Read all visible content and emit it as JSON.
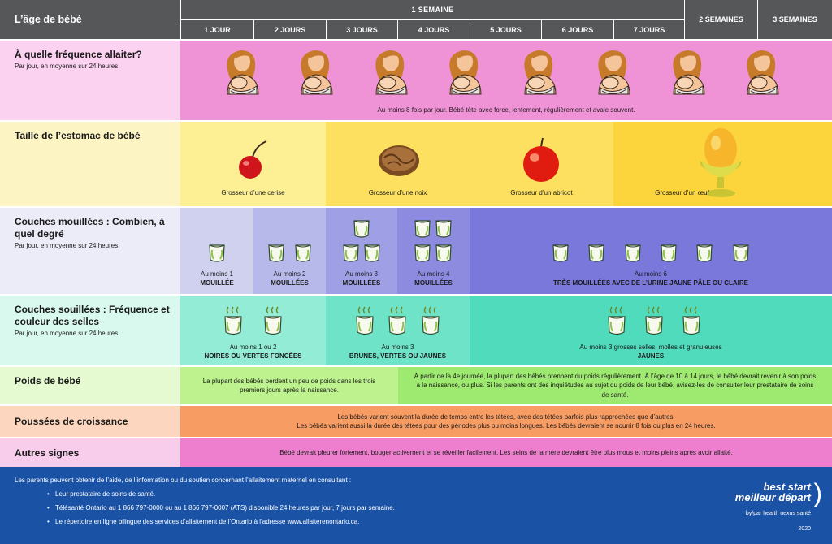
{
  "header": {
    "title": "L’âge de bébé",
    "week_label": "1 SEMAINE",
    "days": [
      "1 JOUR",
      "2 JOURS",
      "3 JOURS",
      "4 JOURS",
      "5 JOURS",
      "6 JOURS",
      "7 JOURS"
    ],
    "week2": "2 SEMAINES",
    "week3": "3 SEMAINES"
  },
  "rows": {
    "feeding": {
      "title": "À quelle fréquence allaiter?",
      "sub": "Par jour, en moyenne sur 24 heures",
      "caption": "Au moins 8 fois par jour. Bébé tète avec force, lentement, régulièrement et avale souvent.",
      "icon": "breastfeeding-mother-icon"
    },
    "stomach": {
      "title": "Taille de l’estomac de bébé",
      "items": [
        "Grosseur d’une cerise",
        "Grosseur d’une noix",
        "Grosseur d’un abricot",
        "Grosseur d’un œuf"
      ]
    },
    "wet": {
      "title": "Couches mouillées : Combien, à quel degré",
      "sub": "Par jour, en moyenne sur 24 heures",
      "items": [
        {
          "line1": "Au moins 1",
          "line2": "MOUILLÉE"
        },
        {
          "line1": "Au moins 2",
          "line2": "MOUILLÉES"
        },
        {
          "line1": "Au moins 3",
          "line2": "MOUILLÉES"
        },
        {
          "line1": "Au moins 4",
          "line2": "MOUILLÉES"
        },
        {
          "line1": "Au moins 6",
          "line2": "TRÈS MOUILLÉES AVEC DE L’URINE JAUNE PÂLE OU CLAIRE"
        }
      ]
    },
    "soiled": {
      "title": "Couches souillées : Fréquence et couleur des selles",
      "sub": "Par jour, en moyenne sur 24 heures",
      "items": [
        {
          "line1": "Au moins 1 ou 2",
          "line2": "NOIRES OU VERTES FONCÉES"
        },
        {
          "line1": "Au moins 3",
          "line2": "BRUNES, VERTES OU JAUNES"
        },
        {
          "line1": "Au moins 3 grosses selles, molles et granuleuses",
          "line2": "JAUNES"
        }
      ]
    },
    "weight": {
      "title": "Poids de bébé",
      "left": "La plupart des bébés perdent un peu de poids dans les trois premiers jours après la naissance.",
      "right": "À partir de la 4e journée, la plupart des bébés prennent du poids régulièrement. À l’âge de 10 à 14 jours, le bébé devrait revenir à son poids à la naissance, ou plus. Si les parents ont des inquiétudes au sujet du poids de leur bébé, avisez-les de consulter leur prestataire de soins de santé."
    },
    "growth": {
      "title": "Poussées de croissance",
      "line1": "Les bébés varient souvent la durée de temps entre les tétées, avec des tétées parfois plus rapprochées que d’autres.",
      "line2": "Les bébés varient aussi la durée des tétées pour des périodes plus ou moins longues. Les bébés devraient se nourrir 8 fois ou plus en 24 heures."
    },
    "other": {
      "title": "Autres signes",
      "text": "Bébé devrait pleurer fortement, bouger activement et se réveiller facilement. Les seins de la mère devraient être plus mous et moins pleins après avoir allaité."
    }
  },
  "footer": {
    "intro": "Les parents peuvent obtenir de l’aide, de l’information ou du soutien concernant l’allaitement maternel en consultant :",
    "items": [
      "Leur prestataire de soins de santé.",
      "Télésanté Ontario au 1 866 797-0000 ou au 1 866 797-0007 (ATS) disponible 24 heures par jour, 7 jours par semaine.",
      "Le répertoire en ligne bilingue des services d’allaitement de l’Ontario à l’adresse www.allaiterenontario.ca."
    ],
    "brand1": "best start",
    "brand2": "meilleur départ",
    "by": "by/par health nexus santé",
    "year": "2020"
  },
  "colors": {
    "header": "#555759",
    "feeding": "#ef93d6",
    "stomach_light": "#fcef94",
    "stomach_mid": "#fde05f",
    "stomach_dark": "#fcd43b",
    "wet1": "#cfd1ee",
    "wet2": "#b6b9ea",
    "wet3": "#9e9fe4",
    "wet4": "#8c8be0",
    "wet5": "#7a79db",
    "soiled1": "#93ecd6",
    "soiled2": "#6ee3c8",
    "soiled3": "#50dbbd",
    "weight_left": "#bdf28e",
    "weight_right": "#9ee970",
    "growth": "#f79c63",
    "other": "#ee7fce",
    "footer": "#1a52a6"
  }
}
